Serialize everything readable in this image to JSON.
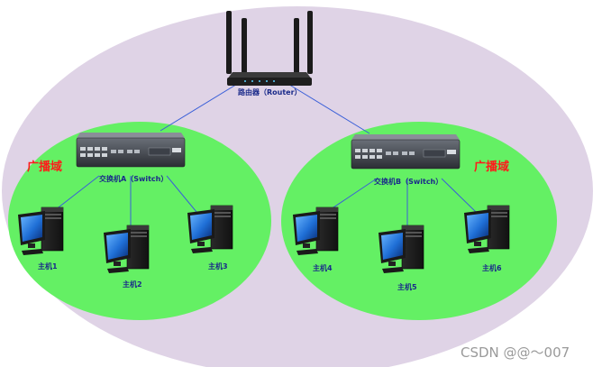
{
  "router": {
    "label": "路由器（Router）"
  },
  "switches": [
    {
      "label": "交换机A（Switch）"
    },
    {
      "label": "交换机B（Switch）"
    }
  ],
  "broadcast_domain_label": "广播域",
  "hosts": [
    "主机1",
    "主机2",
    "主机3",
    "主机4",
    "主机5",
    "主机6"
  ],
  "watermark": "CSDN @@～007",
  "colors": {
    "outer_region": "#dfd3e6",
    "broadcast_domain": "#64f064",
    "link": "#3a5fd8",
    "domain_label": "#ff1a1a",
    "device_label": "#1a2a8a"
  }
}
